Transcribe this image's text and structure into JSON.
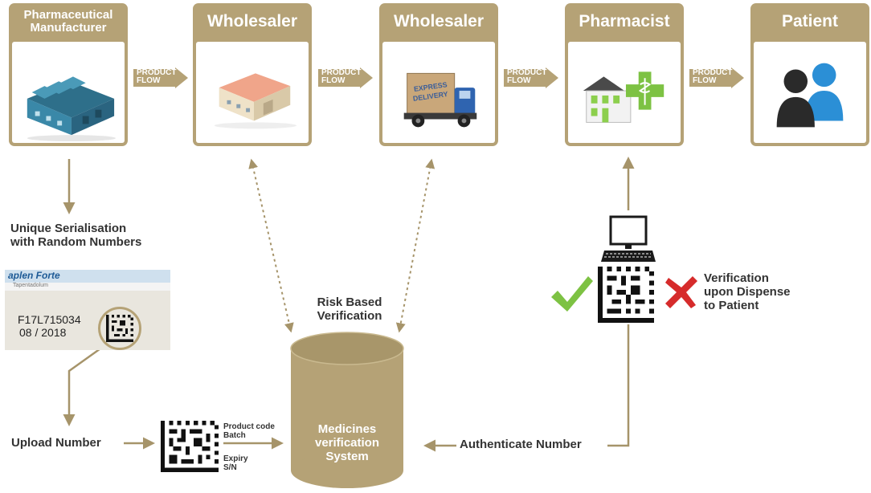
{
  "nodes": [
    {
      "title": "Pharmaceutical Manufacturer",
      "icon": "factory-icon"
    },
    {
      "title": "Wholesaler",
      "icon": "warehouse-icon"
    },
    {
      "title": "Wholesaler",
      "icon": "delivery-truck-icon"
    },
    {
      "title": "Pharmacist",
      "icon": "pharmacy-icon"
    },
    {
      "title": "Patient",
      "icon": "people-icon"
    }
  ],
  "flow_label": "PRODUCT FLOW",
  "serialisation_label": "Unique Serialisation with Random Numbers",
  "package": {
    "code": "F17L715034",
    "date": "08 / 2018",
    "brand_text": "aplen Forte",
    "sub_text": "Tapentadolum"
  },
  "upload_label": "Upload Number",
  "datamatrix_fields": {
    "product": "Product code",
    "batch": "Batch",
    "expiry": "Expiry",
    "sn": "S/N"
  },
  "risk_label": "Risk Based Verification",
  "database_label": "Medicines verification System",
  "authenticate_label": "Authenticate Number",
  "dispense_label": "Verification upon Dispense to Patient",
  "colors": {
    "gold": "#b5a276",
    "green": "#7dc243",
    "red": "#d62b2b",
    "text": "#333333"
  }
}
